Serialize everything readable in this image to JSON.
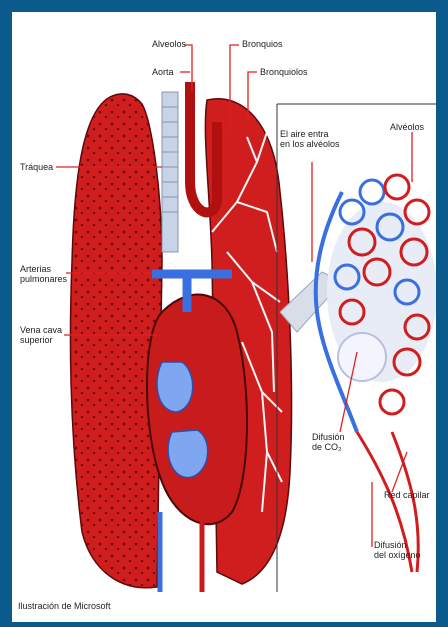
{
  "colors": {
    "frame": "#0b5a8c",
    "lung": "#d01e1e",
    "vessel_blue": "#3a6fe0",
    "label_line": "#e02020"
  },
  "labels": {
    "alveolos_top": "Alveolos",
    "bronquios": "Bronquios",
    "aorta": "Aorta",
    "bronquiolos": "Bronquiolos",
    "traquea": "Tráquea",
    "arterias_pulmonares": "Arterias\npulmonares",
    "vena_cava": "Vena cava\nsuperior",
    "aire_entra": "El aire entra\nen los alvéolos",
    "alveolos_right": "Alvéolos",
    "difusion_co2": "Difusión\nde CO₂",
    "red_capilar": "Red capilar",
    "difusion_oxigeno": "Difusión\ndel oxígeno"
  },
  "credit": "Ilustración de Microsoft"
}
